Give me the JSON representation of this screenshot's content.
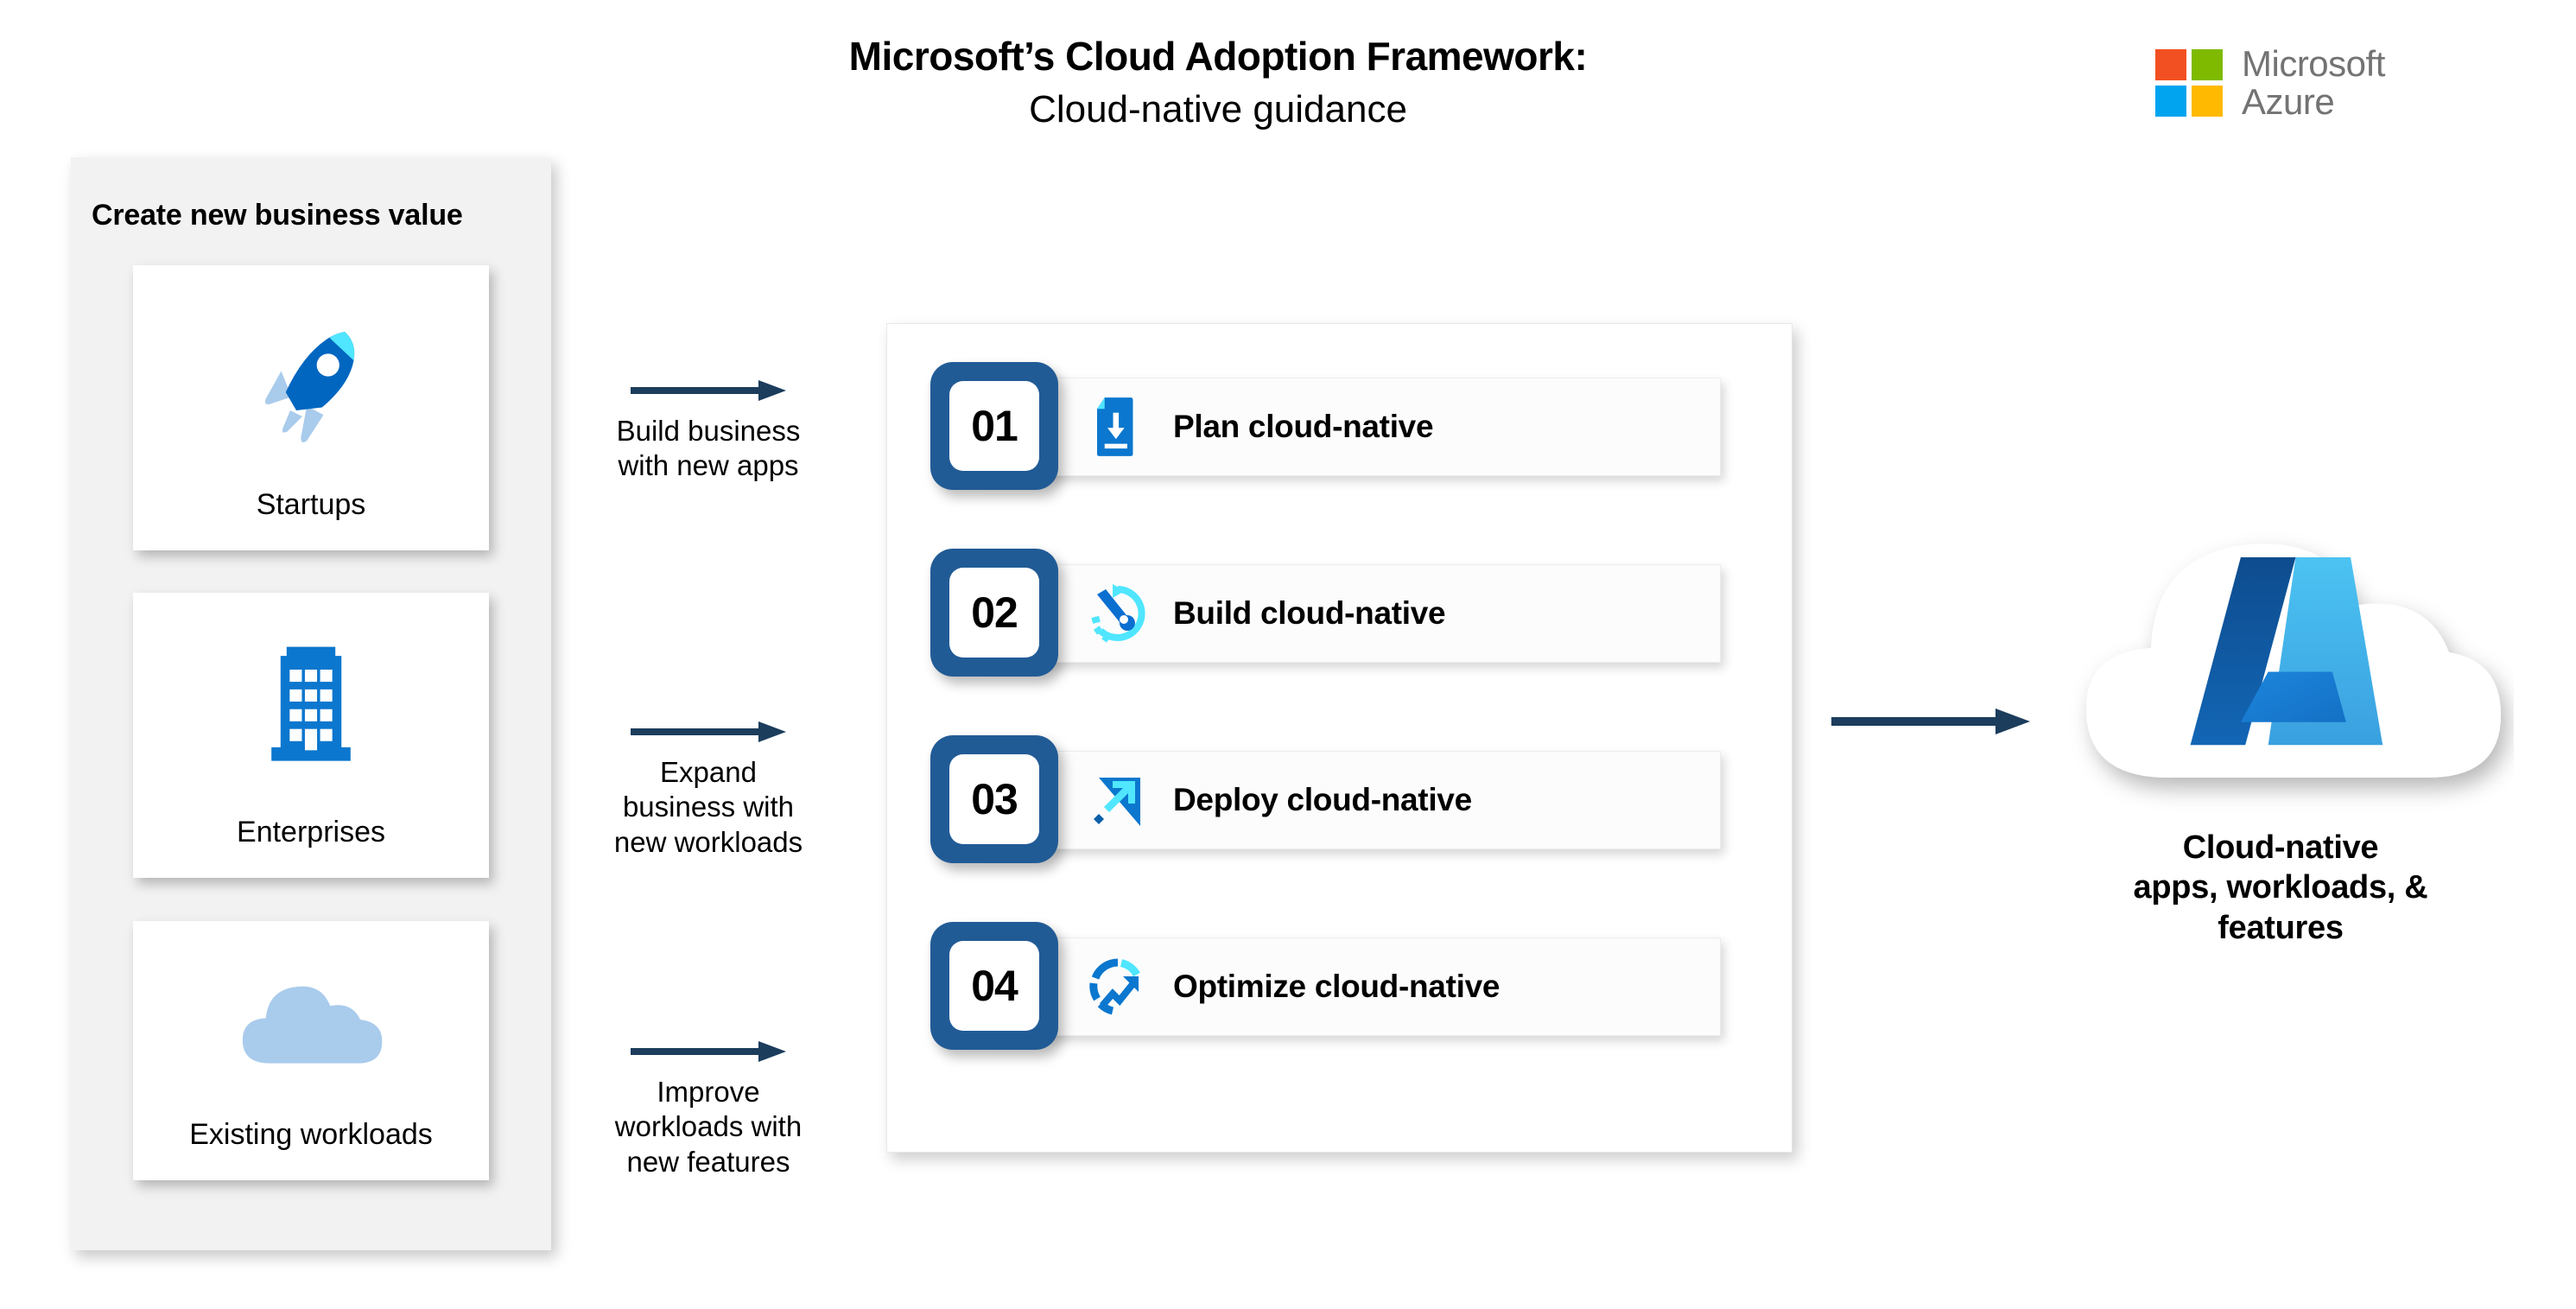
{
  "title": {
    "line1": "Microsoft’s Cloud Adoption Framework:",
    "line2": "Cloud-native guidance"
  },
  "brand": {
    "name_line1": "Microsoft",
    "name_line2": "Azure",
    "logo_icon": "microsoft-logo-icon",
    "square_colors": [
      "#F25022",
      "#7FBA00",
      "#00A4EF",
      "#FFB900"
    ],
    "text_color": "#737373"
  },
  "left_panel": {
    "title": "Create new business value",
    "background": "#F2F2F2",
    "cards": [
      {
        "label": "Startups",
        "icon": "rocket-icon"
      },
      {
        "label": "Enterprises",
        "icon": "office-building-icon"
      },
      {
        "label": "Existing workloads",
        "icon": "cloud-icon"
      }
    ]
  },
  "arrows": [
    {
      "icon": "arrow-right-icon",
      "label_lines": [
        "Build business",
        "with new apps"
      ]
    },
    {
      "icon": "arrow-right-icon",
      "label_lines": [
        "Expand",
        "business with",
        "new workloads"
      ]
    },
    {
      "icon": "arrow-right-icon",
      "label_lines": [
        "Improve",
        "workloads with",
        "new features"
      ]
    }
  ],
  "steps": {
    "badge_color": "#215B96",
    "items": [
      {
        "number": "01",
        "label": "Plan cloud-native",
        "icon": "document-download-icon"
      },
      {
        "number": "02",
        "label": "Build cloud-native",
        "icon": "wrench-refresh-icon"
      },
      {
        "number": "03",
        "label": "Deploy cloud-native",
        "icon": "deploy-arrow-icon"
      },
      {
        "number": "04",
        "label": "Optimize cloud-native",
        "icon": "gauge-trend-icon"
      }
    ]
  },
  "flow_arrow_right": {
    "icon": "arrow-right-icon",
    "color": "#1C3D5C"
  },
  "outcome": {
    "icon": "azure-cloud-icon",
    "label_lines": [
      "Cloud-native",
      "apps, workloads, &",
      "features"
    ]
  },
  "palette": {
    "azure_blue": "#0078D4",
    "azure_cyan": "#50E6FF",
    "navy_arrow": "#1C3D5C",
    "badge_blue": "#215B96",
    "panel_gray": "#F2F2F2",
    "light_blue": "#A9CBEC"
  }
}
